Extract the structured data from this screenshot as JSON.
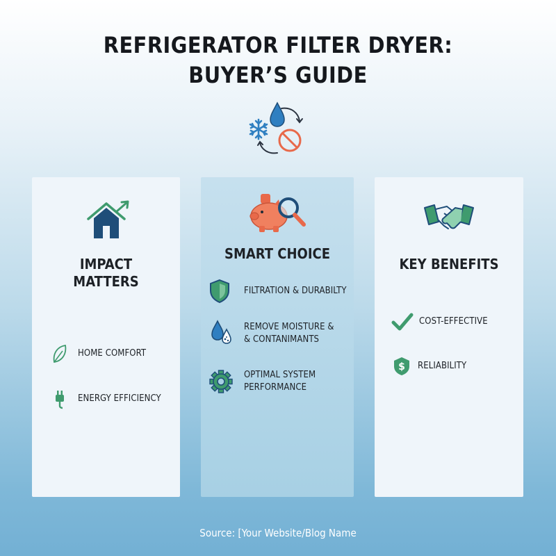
{
  "title": {
    "line1": "REFRIGERATOR FILTER DRYER:",
    "line2": "BUYER’S GUIDE"
  },
  "hero_icons": [
    "snowflake-icon",
    "water-drop-icon",
    "no-symbol-icon",
    "cycle-arrows-icon"
  ],
  "panels": [
    {
      "icon": "home-arrow-icon",
      "heading_line1": "IMPACT",
      "heading_line2": "MATTERS",
      "items": [
        {
          "icon": "leaf-icon",
          "label": "HOME COMFORT"
        },
        {
          "icon": "plug-icon",
          "label": "ENERGY EFFICIENCY"
        }
      ]
    },
    {
      "icon": "piggy-bank-magnifier-icon",
      "heading": "SMART CHOICE",
      "items": [
        {
          "icon": "shield-icon",
          "label": "FILTRATION & DURABILTY"
        },
        {
          "icon": "water-drops-icon",
          "label_line1": "REMOVE MOISTURE &",
          "label_line2": "& CONTANIMANTS"
        },
        {
          "icon": "gear-icon",
          "label_line1": "OPTIMAL SYSTEM",
          "label_line2": "PERFORMANCE"
        }
      ]
    },
    {
      "icon": "handshake-icon",
      "heading": "KEY BENEFITS",
      "items": [
        {
          "icon": "checkmark-icon",
          "label": "COST-EFFECTIVE"
        },
        {
          "icon": "dollar-badge-icon",
          "label": "RELIABILITY"
        }
      ]
    }
  ],
  "colors": {
    "navy": "#1f4e79",
    "green": "#3f9b6e",
    "orange": "#e8694a",
    "blue": "#2f7fc1"
  },
  "source": "Source: [Your Website/Blog Name"
}
